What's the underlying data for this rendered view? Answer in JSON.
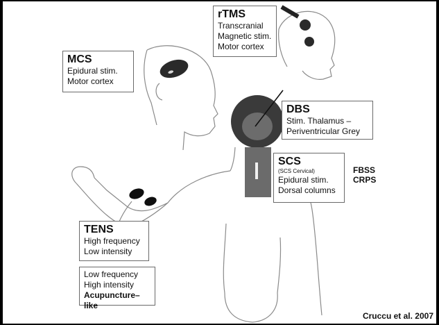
{
  "rtms": {
    "title": "rTMS",
    "lines": [
      "Transcranial",
      "Magnetic stim.",
      "Motor cortex"
    ]
  },
  "mcs": {
    "title": "MCS",
    "lines": [
      "Epidural stim.",
      "Motor cortex"
    ]
  },
  "dbs": {
    "title": "DBS",
    "lines": [
      "Stim. Thalamus –",
      "Periventricular Grey"
    ]
  },
  "scs": {
    "title": "SCS",
    "subtitle": "(SCS Cervical)",
    "lines": [
      "Epidural stim.",
      "Dorsal columns"
    ]
  },
  "indications": [
    "FBSS",
    "CRPS"
  ],
  "tens": {
    "title": "TENS",
    "lines": [
      "High frequency",
      "Low intensity"
    ]
  },
  "acupuncture": {
    "lines": [
      "Low frequency",
      "High intensity"
    ],
    "emphasis": "Acupuncture–like"
  },
  "citation": "Cruccu et al. 2007",
  "colors": {
    "outline": "#8a8a8a",
    "electrode": "#0f0f0f",
    "brain": "#3a3a3a",
    "paddle": "#6b6b6b"
  }
}
